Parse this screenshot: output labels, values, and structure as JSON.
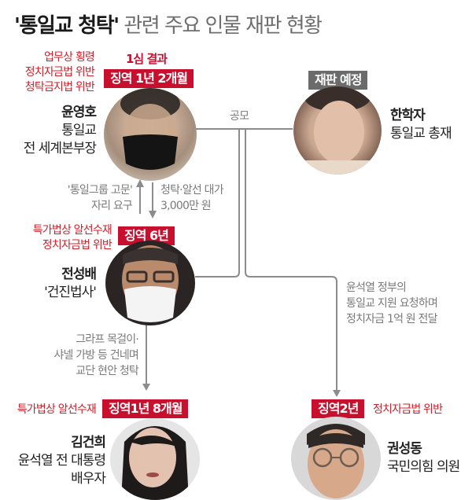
{
  "title": {
    "bold": "'통일교 청탁'",
    "light": "관련 주요 인물 재판 현황"
  },
  "colors": {
    "badge_red": "#c8102e",
    "badge_gray": "#6b6b6b",
    "charge_red": "#d0202a",
    "connector_gray": "#8c8c8c"
  },
  "people": {
    "yoon_youngho": {
      "charges": [
        "업무상 횡령",
        "정치자금법 위반",
        "청탁금지법 위반"
      ],
      "verdict_heading": "1심 결과",
      "sentence": "징역 1년 2개월",
      "name": "윤영호",
      "role_line1": "통일교",
      "role_line2": "전 세계본부장",
      "photo_icon": "blurred-face-mask-photo"
    },
    "han_hakja": {
      "status": "재판 예정",
      "name": "한학자",
      "role": "통일교 총재",
      "photo_icon": "elderly-woman-photo"
    },
    "jeon_seongbae": {
      "charges": [
        "특가법상 알선수재",
        "정치자금법 위반"
      ],
      "sentence": "징역 6년",
      "name": "전성배",
      "alias": "'건진법사'",
      "photo_icon": "man-glasses-mask-photo"
    },
    "kim_keonhee": {
      "charges": [
        "특가법상 알선수재"
      ],
      "sentence": "징역1년 8개월",
      "name": "김건희",
      "role_line1": "윤석열 전 대통령",
      "role_line2": "배우자",
      "photo_icon": "woman-portrait-photo"
    },
    "kwon_seongdong": {
      "charges": [
        "정치자금법 위반"
      ],
      "sentence": "징역2년",
      "name": "권성동",
      "role": "국민의힘 의원",
      "photo_icon": "man-round-glasses-photo"
    }
  },
  "edges": {
    "conspiracy": "공모",
    "up_arrow_label": [
      "'통일그룹 고문'",
      "자리 요구"
    ],
    "down_arrow_label": [
      "청탁·알선 대가",
      "3,000만 원"
    ],
    "to_kim_label": [
      "그라프 목걸이·",
      "샤넬 가방 등 건네며",
      "교단 현안 청탁"
    ],
    "to_kwon_label": [
      "윤석열 정부의",
      "통일교 지원 요청하며",
      "정치자금 1억 원 전달"
    ]
  }
}
